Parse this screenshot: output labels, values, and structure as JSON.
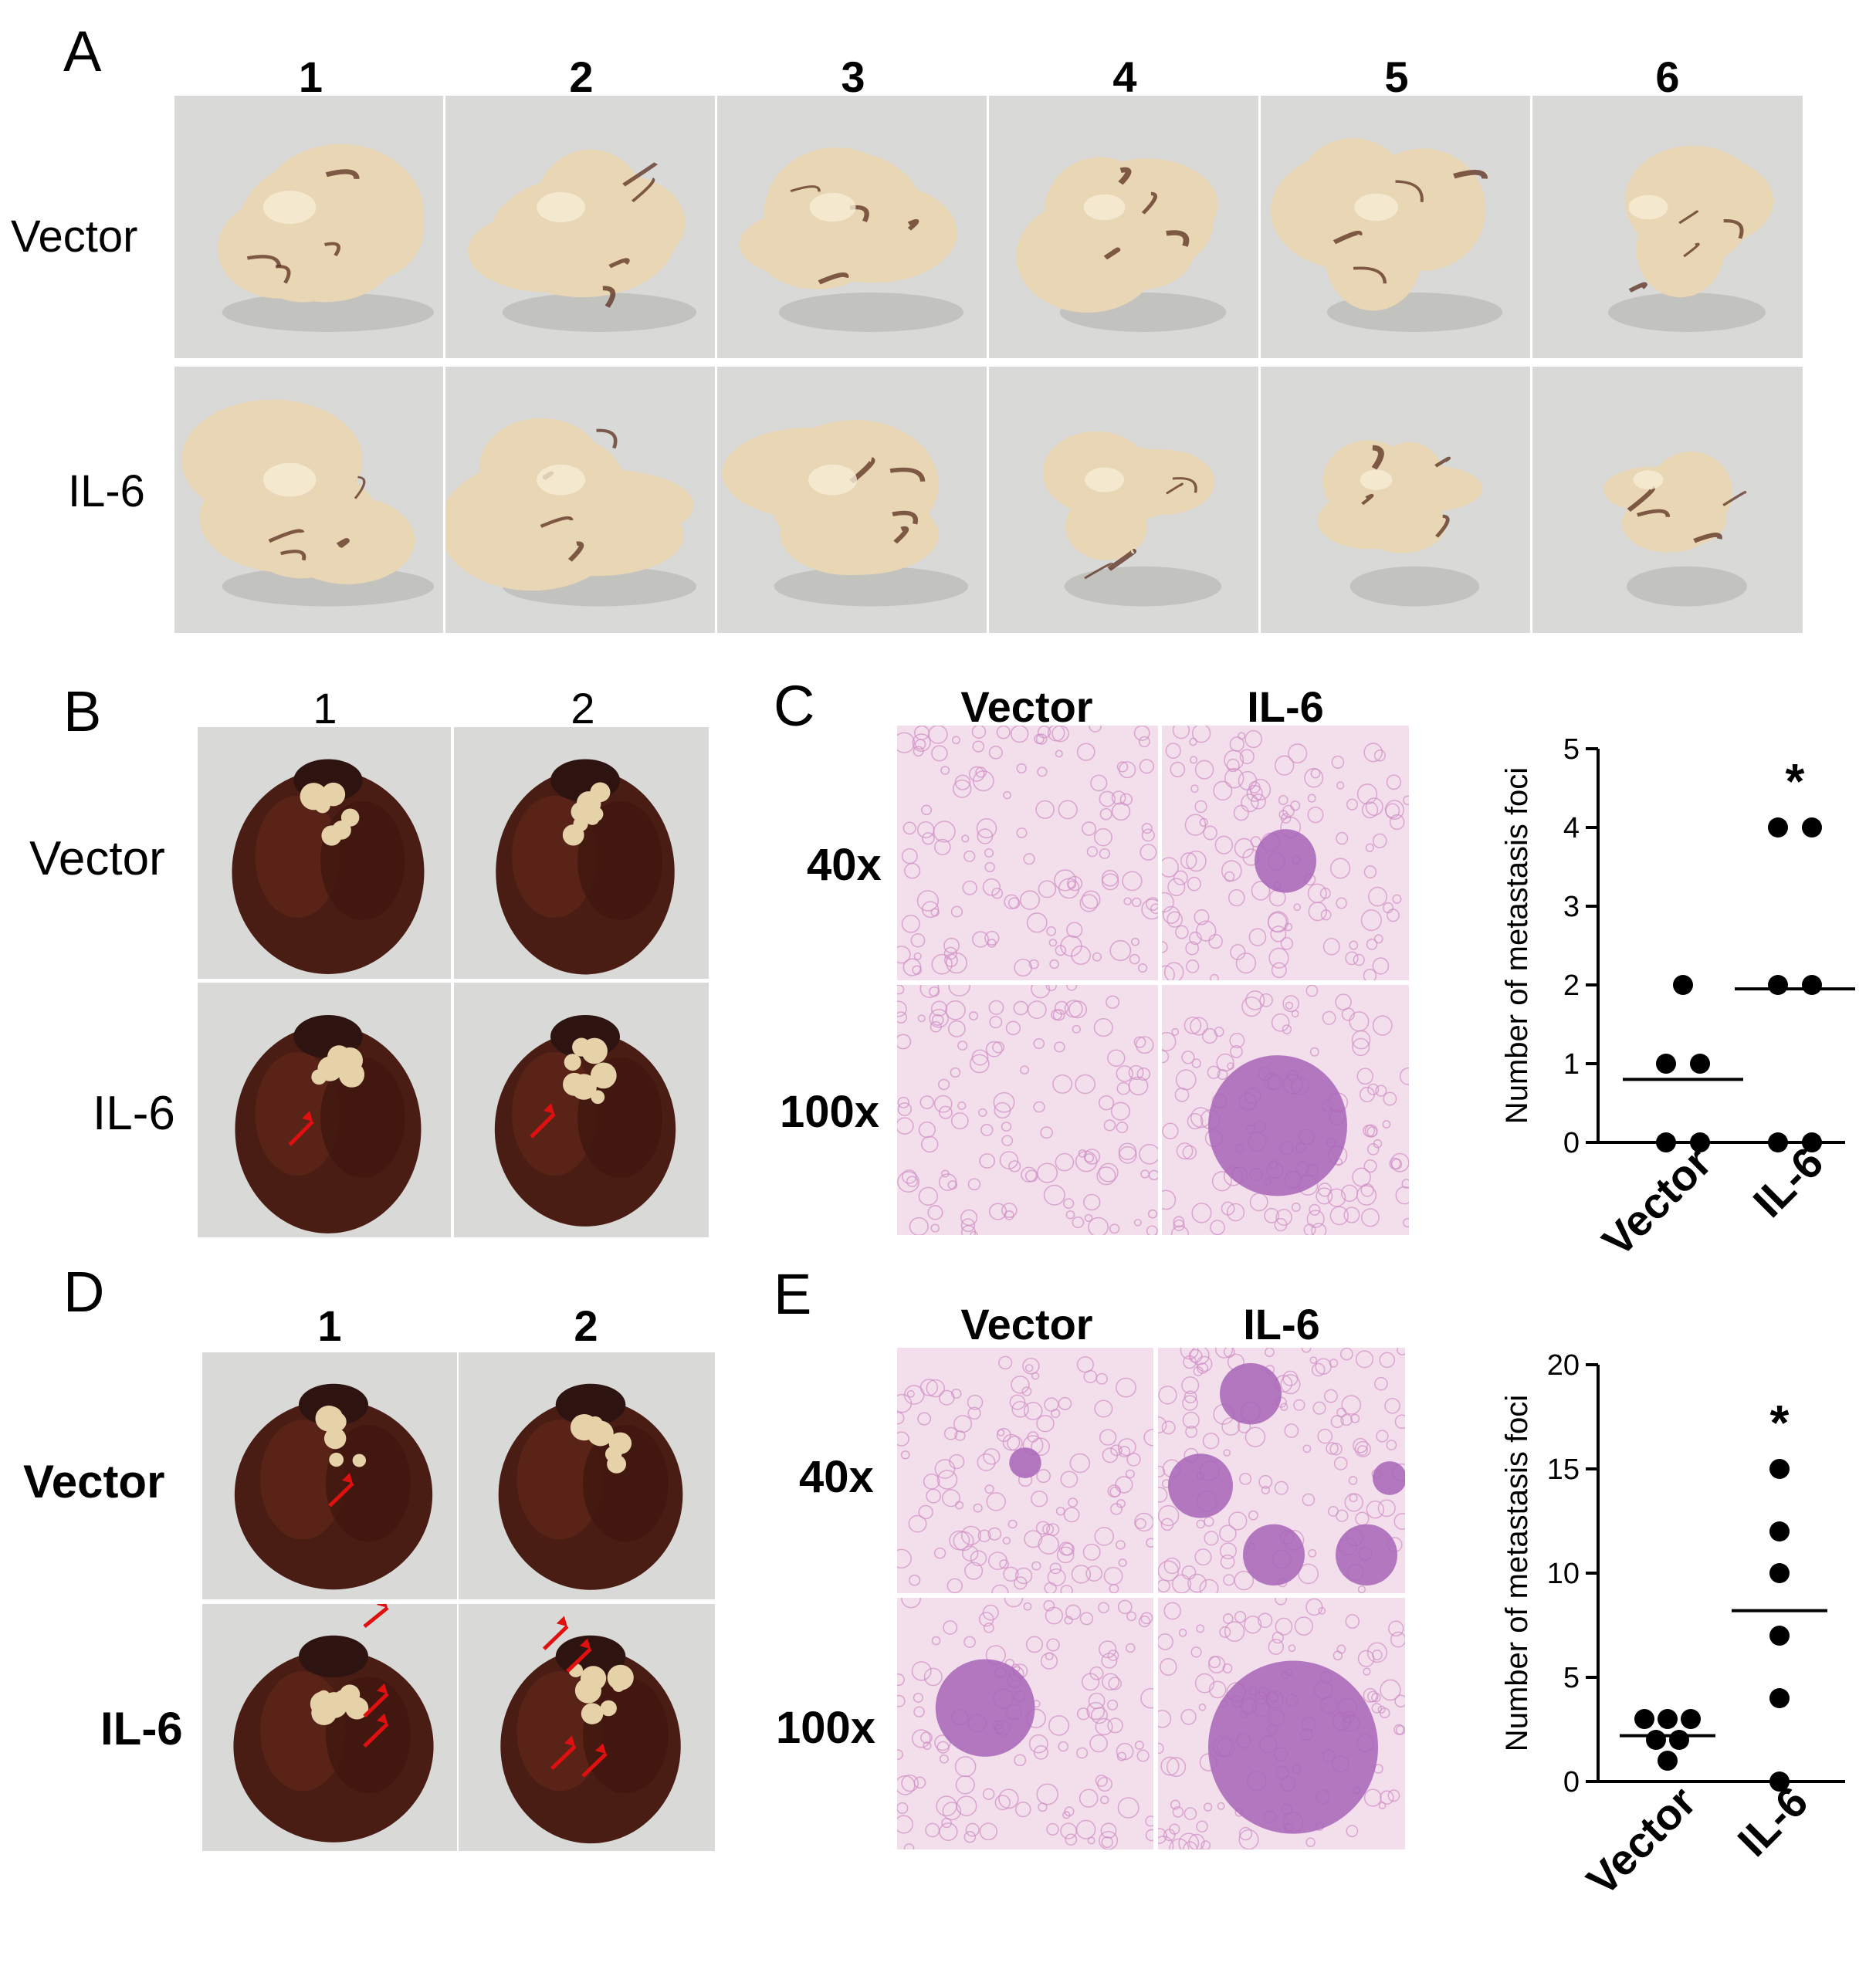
{
  "panels": {
    "A": {
      "label": "A",
      "columns": [
        "1",
        "2",
        "3",
        "4",
        "5",
        "6"
      ],
      "rows": [
        "Vector",
        "IL-6"
      ]
    },
    "B": {
      "label": "B",
      "columns": [
        "1",
        "2"
      ],
      "rows": [
        "Vector",
        "IL-6"
      ]
    },
    "C": {
      "label": "C",
      "columns": [
        "Vector",
        "IL-6"
      ],
      "rows": [
        "40x",
        "100x"
      ]
    },
    "D": {
      "label": "D",
      "columns": [
        "1",
        "2"
      ],
      "rows": [
        "Vector",
        "IL-6"
      ]
    },
    "E": {
      "label": "E",
      "columns": [
        "Vector",
        "IL-6"
      ],
      "rows": [
        "40x",
        "100x"
      ]
    }
  },
  "colors": {
    "photo_background": "#d9d9d7",
    "tumor": "#e8d6b4",
    "lung": "#4a1d14",
    "he_pink": "#e8b7d8",
    "he_purple": "#a765b8",
    "red_arrow": "#e01010"
  },
  "chart_data": [
    {
      "type": "scatter",
      "panel": "C",
      "categories": [
        "Vector",
        "IL-6"
      ],
      "ylabel": "Number of metastasis foci",
      "ylim": [
        0,
        5
      ],
      "yticks": [
        0,
        1,
        2,
        3,
        4,
        5
      ],
      "series": [
        {
          "category": "Vector",
          "values": [
            2,
            1,
            1,
            0,
            0
          ],
          "mean": 0.8
        },
        {
          "category": "IL-6",
          "values": [
            4,
            4,
            2,
            2,
            0,
            0
          ],
          "mean": 1.95,
          "annotation": "*"
        }
      ]
    },
    {
      "type": "scatter",
      "panel": "E",
      "categories": [
        "Vector",
        "IL-6"
      ],
      "ylabel": "Number of metastasis foci",
      "ylim": [
        0,
        20
      ],
      "yticks": [
        0,
        5,
        10,
        15,
        20
      ],
      "series": [
        {
          "category": "Vector",
          "values": [
            3,
            3,
            3,
            2,
            2,
            1
          ],
          "mean": 2.2
        },
        {
          "category": "IL-6",
          "values": [
            15,
            12,
            10,
            7,
            4,
            0
          ],
          "mean": 8.2,
          "annotation": "*"
        }
      ]
    }
  ]
}
